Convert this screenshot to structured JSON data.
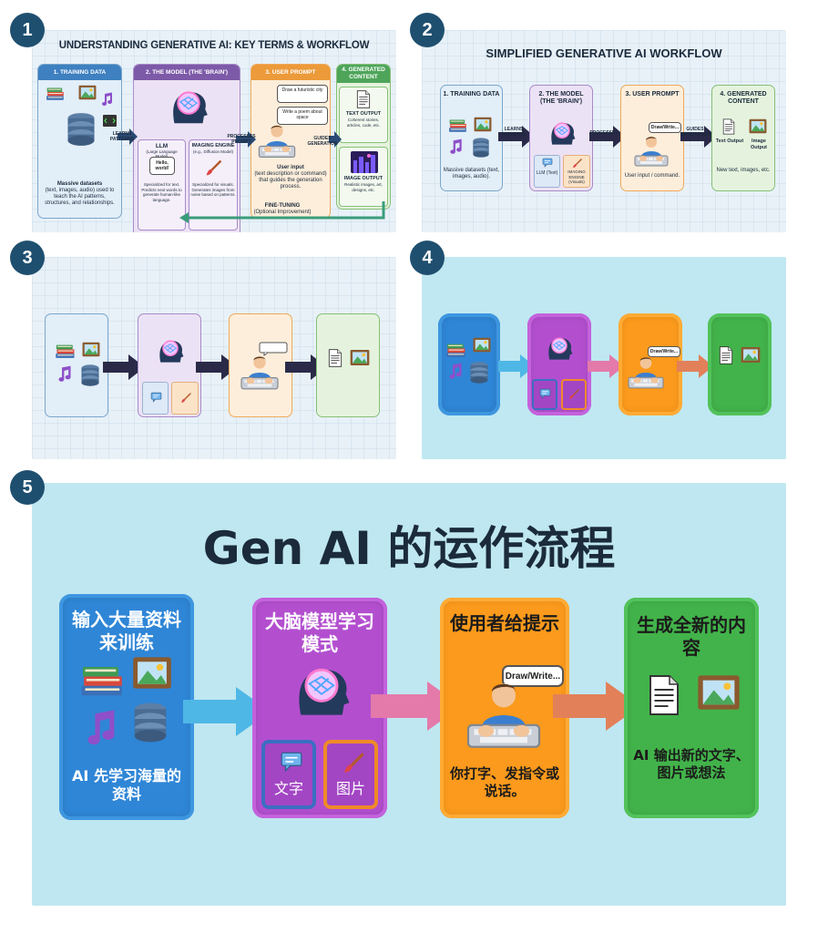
{
  "badges": [
    "1",
    "2",
    "3",
    "4",
    "5"
  ],
  "panel1": {
    "title": "UNDERSTANDING GENERATIVE AI: KEY TERMS & WORKFLOW",
    "cards": [
      {
        "header": "1. TRAINING DATA",
        "body_title": "Massive datasets",
        "body": "(text, images, audio) used to teach the AI patterns, structures, and relationships."
      },
      {
        "header": "2. THE MODEL (THE 'BRAIN')"
      },
      {
        "header": "3. USER PROMPT",
        "bubble1": "Draw a futuristic city",
        "bubble2": "Write a poem about space",
        "body_title": "User input",
        "body": "(text description or command) that guides the generation process."
      },
      {
        "header": "4. GENERATED CONTENT"
      }
    ],
    "llm": {
      "title": "LLM",
      "subtitle": "(Large Language Model)",
      "bubble": "Hello, world!",
      "body": "Specialized for text. Predicts next words to generate human-like language."
    },
    "imaging": {
      "title": "IMAGING ENGINE",
      "subtitle": "(e.g., Diffusion Model)",
      "body": "Specialized for visuals. Generates images from noise based on patterns."
    },
    "text_output": {
      "title": "TEXT OUTPUT",
      "body": "Coherent stories, articles, code, etc."
    },
    "image_output": {
      "title": "IMAGE OUTPUT",
      "body": "Realistic images, art, designs, etc."
    },
    "arrows": [
      "LEARNS PATTERNS",
      "PROCESSES PROMPT",
      "GUIDES GENERATION"
    ],
    "finetune": {
      "title": "FINE-TUNING",
      "body": "(Optional Improvement)"
    }
  },
  "panel2": {
    "title": "SIMPLIFIED GENERATIVE AI WORKFLOW",
    "cards": [
      {
        "header": "1. TRAINING DATA",
        "body": "Massive datasets (text, images, audio)."
      },
      {
        "header": "2. THE MODEL (THE 'BRAIN')",
        "sub1": "LLM (Text)",
        "sub2": "IMAGING ENGINE (Visuals)"
      },
      {
        "header": "3. USER PROMPT",
        "bubble": "Draw/Write...",
        "body": "User input / command."
      },
      {
        "header": "4. GENERATED CONTENT",
        "sub1": "Text Output",
        "sub2": "Image Output",
        "body": "New text, images, etc."
      }
    ],
    "arrows": [
      "LEARNS PATTERNS",
      "PROCESSES",
      "GUIDES GENERATION"
    ]
  },
  "panel4": {
    "bubble": "Draw/Write..."
  },
  "panel5": {
    "title": "Gen AI 的运作流程",
    "cards": [
      {
        "top": "输入大量资料来训练",
        "bottom": "AI 先学习海量的资料"
      },
      {
        "top": "大脑模型学习模式",
        "sub1": "文字",
        "sub2": "图片"
      },
      {
        "top": "使用者给提示",
        "bubble": "Draw/Write...",
        "bottom": "你打字、发指令或说话。"
      },
      {
        "top": "生成全新的内容",
        "bottom": "AI 输出新的文字、图片或想法"
      }
    ]
  },
  "colors": {
    "blue": "#2f86d6",
    "purple": "#b34fcf",
    "orange": "#fb9a1c",
    "green": "#42b34a",
    "badge": "#1f4f6f",
    "arrow_dark": "#2a2a48"
  }
}
